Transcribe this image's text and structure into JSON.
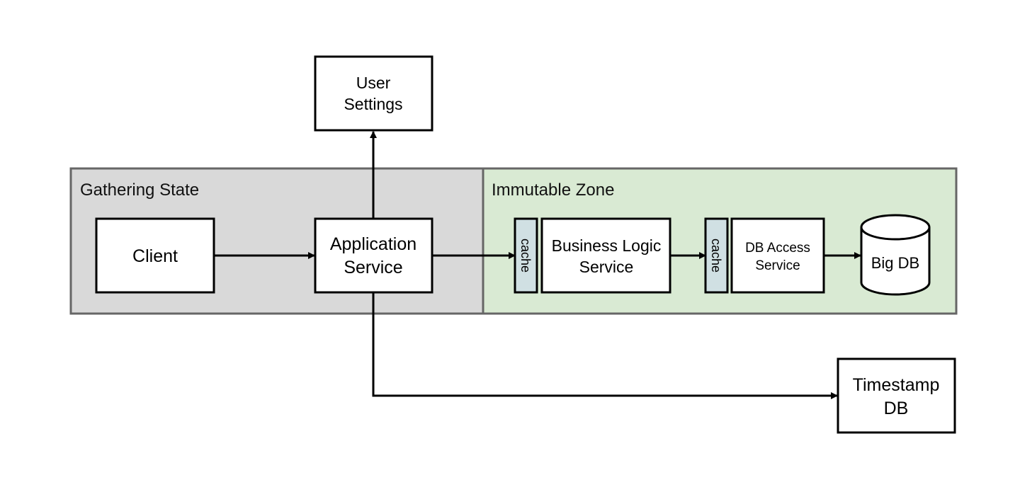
{
  "zones": {
    "gathering": {
      "label": "Gathering State",
      "fill": "#d9d9d9"
    },
    "immutable": {
      "label": "Immutable Zone",
      "fill": "#d9ead3"
    }
  },
  "nodes": {
    "user_settings": {
      "line1": "User",
      "line2": "Settings"
    },
    "client": {
      "label": "Client"
    },
    "application_service": {
      "line1": "Application",
      "line2": "Service"
    },
    "cache_1": {
      "label": "cache"
    },
    "business_logic_service": {
      "line1": "Business Logic",
      "line2": "Service"
    },
    "cache_2": {
      "label": "cache"
    },
    "db_access_service": {
      "line1": "DB Access",
      "line2": "Service"
    },
    "big_db": {
      "label": "Big DB"
    },
    "timestamp_db": {
      "line1": "Timestamp",
      "line2": "DB"
    }
  },
  "colors": {
    "zone_border": "#666666",
    "node_border": "#000000",
    "cache_fill": "#d0e0e3",
    "edge": "#000000"
  }
}
